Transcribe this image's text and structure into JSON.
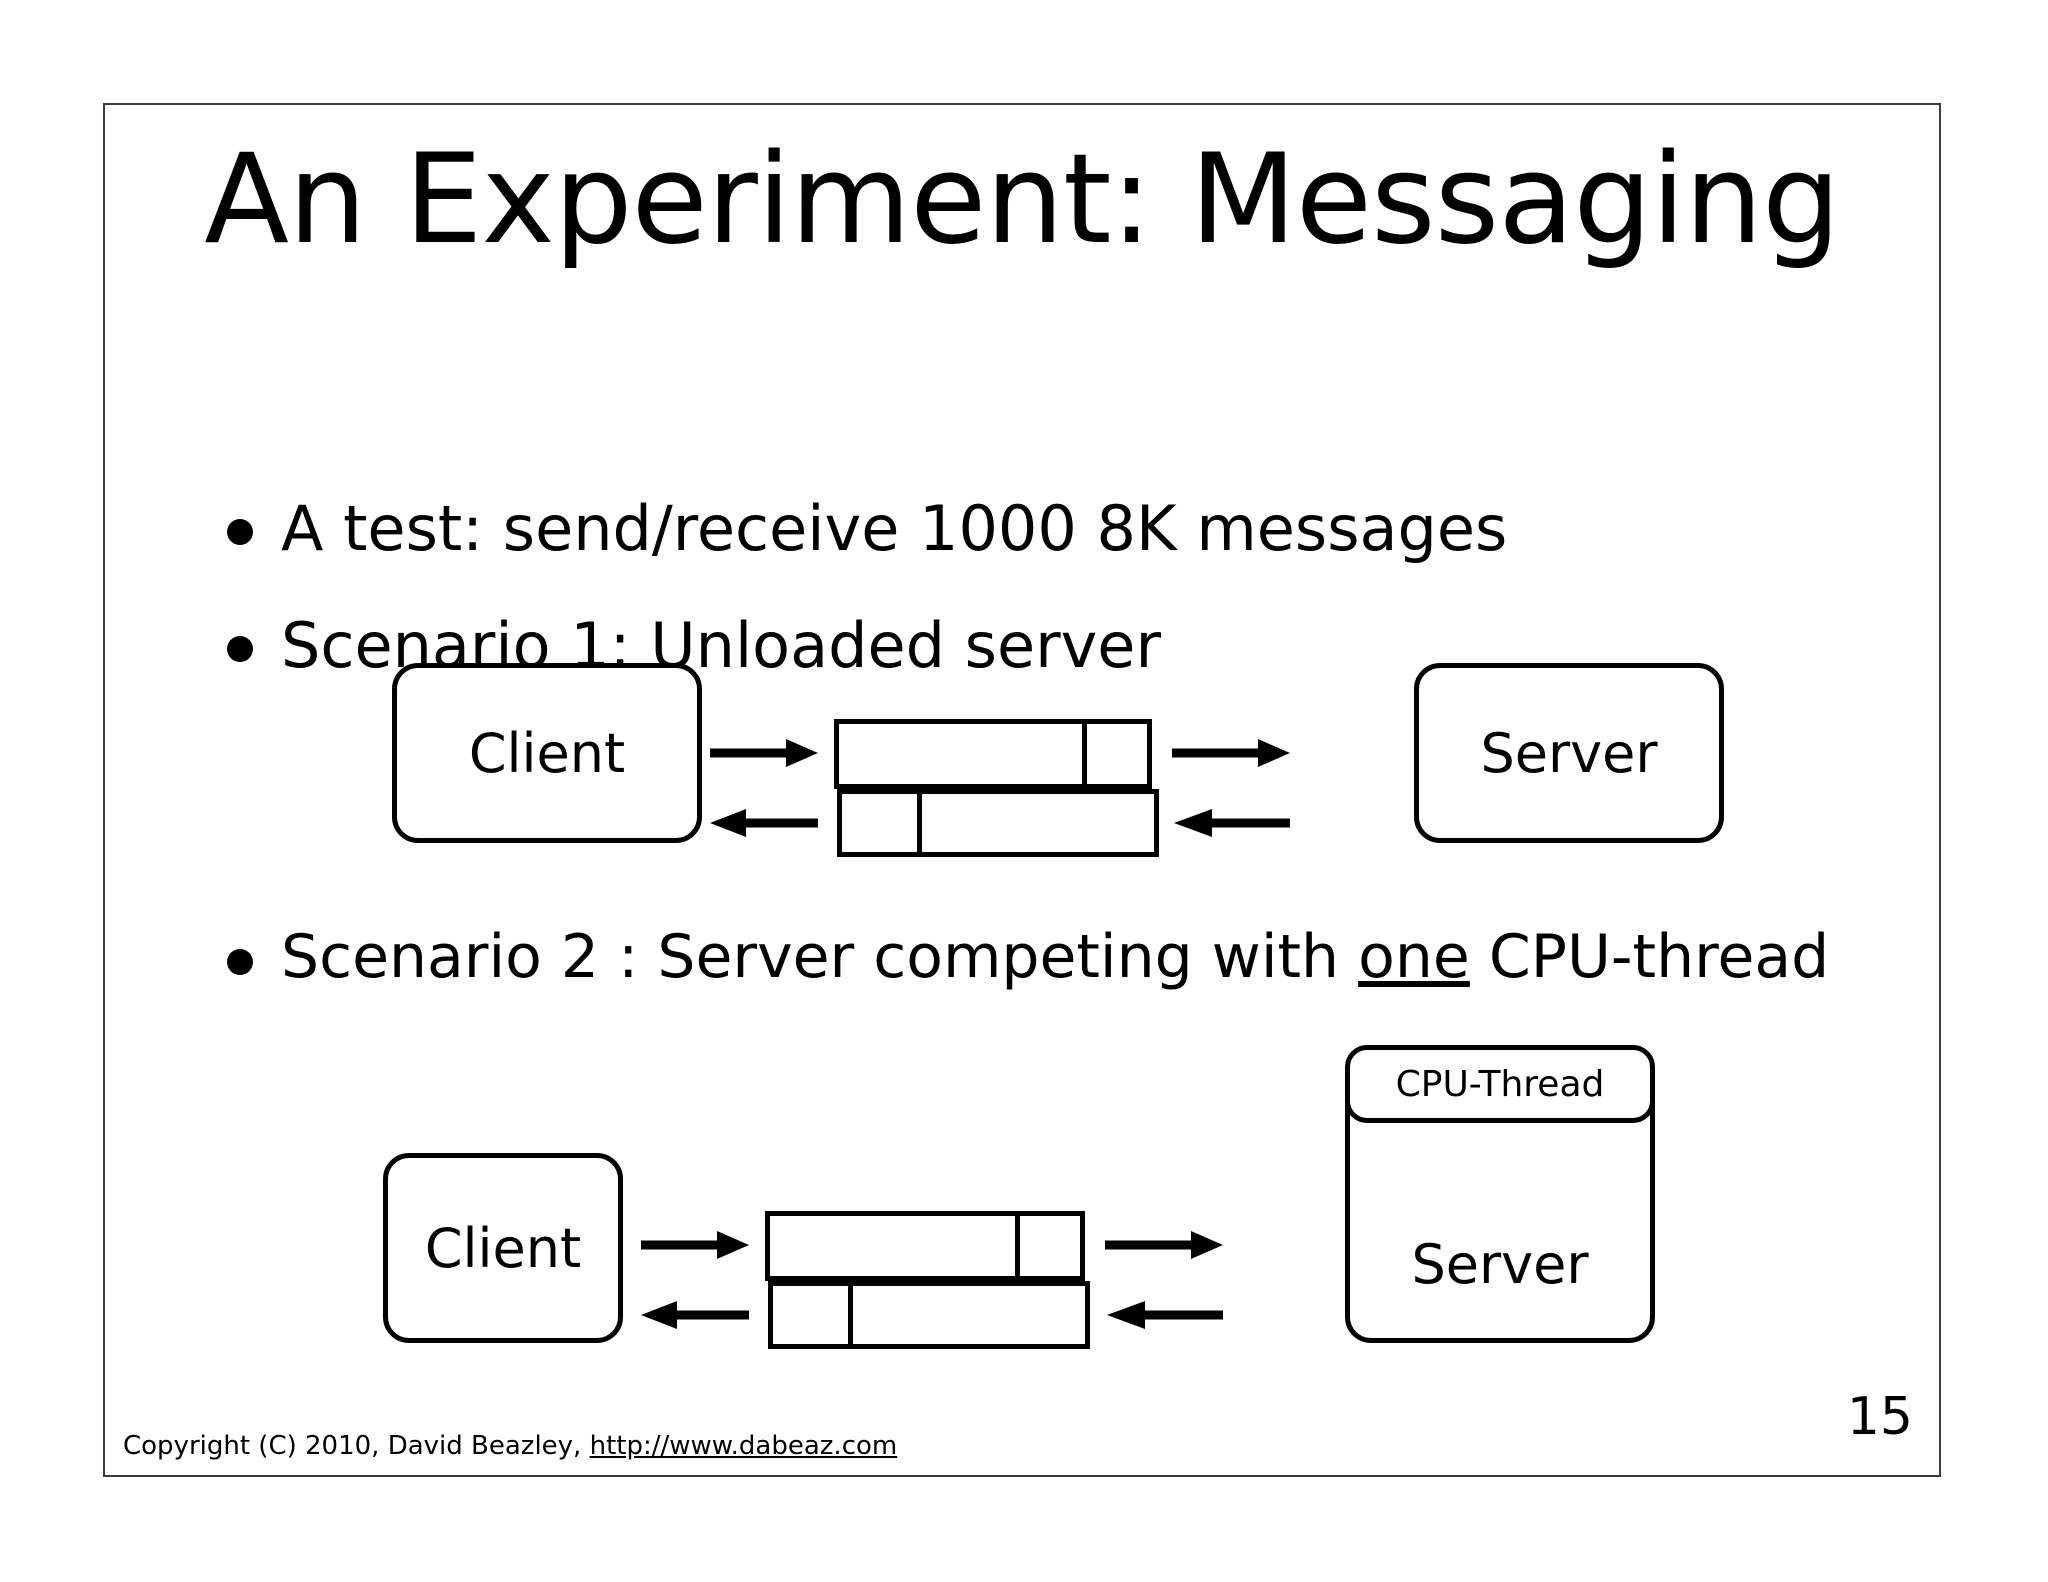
{
  "slide": {
    "title": "An Experiment: Messaging",
    "page_number": "15",
    "bullets": [
      {
        "text": "A test: send/receive 1000 8K messages"
      },
      {
        "text": "Scenario 1:  Unloaded server"
      }
    ],
    "bullet3": {
      "prefix": "Scenario 2 :  Server competing with ",
      "emphasis": "one",
      "suffix": " CPU-thread"
    },
    "footer": {
      "copyright": "Copyright (C) 2010,  David Beazley, ",
      "url": "http://www.dabeaz.com"
    }
  },
  "diagram1": {
    "name": "scenario-1-unloaded-server",
    "client_label": "Client",
    "server_label": "Server",
    "request_bar": {
      "segments": 2,
      "divider_pct": 79
    },
    "reply_bar": {
      "segments": 2,
      "divider_pct": 24
    },
    "arrows": [
      "right",
      "right",
      "left",
      "left"
    ]
  },
  "diagram2": {
    "name": "scenario-2-cpu-thread",
    "client_label": "Client",
    "server_label": "Server",
    "cpu_thread_label": "CPU-Thread",
    "request_bar": {
      "segments": 2,
      "divider_pct": 79
    },
    "reply_bar": {
      "segments": 2,
      "divider_pct": 24
    },
    "arrows": [
      "right",
      "right",
      "left",
      "left"
    ]
  },
  "colors": {
    "ink": "#000000",
    "paper": "#ffffff",
    "frame": "#3a3a3a"
  }
}
